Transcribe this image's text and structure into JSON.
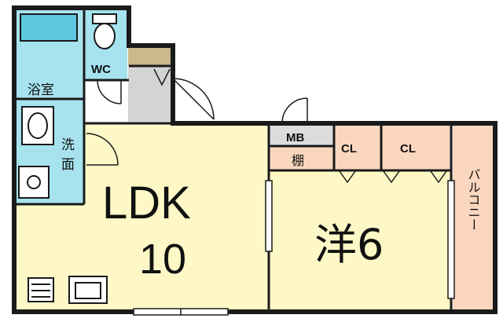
{
  "rooms": {
    "bath": "浴室",
    "wc": "WC",
    "wash_1": "洗",
    "wash_2": "面",
    "ldk_label": "LDK",
    "ldk_size": "10",
    "mb": "MB",
    "shelf": "棚",
    "cl_1": "CL",
    "cl_2": "CL",
    "western": "洋6",
    "balcony": "バルコニー"
  },
  "colors": {
    "wall": "#1a1a1a",
    "living": "#fdf8c6",
    "wet_area": "#a6e3ef",
    "tub": "#5ec8e0",
    "closet": "#fbd7bf",
    "balcony": "#fbd7bf",
    "entry": "#d4d4d4",
    "shoe_box": "#c9b88a",
    "mb": "#dcdcdc"
  }
}
